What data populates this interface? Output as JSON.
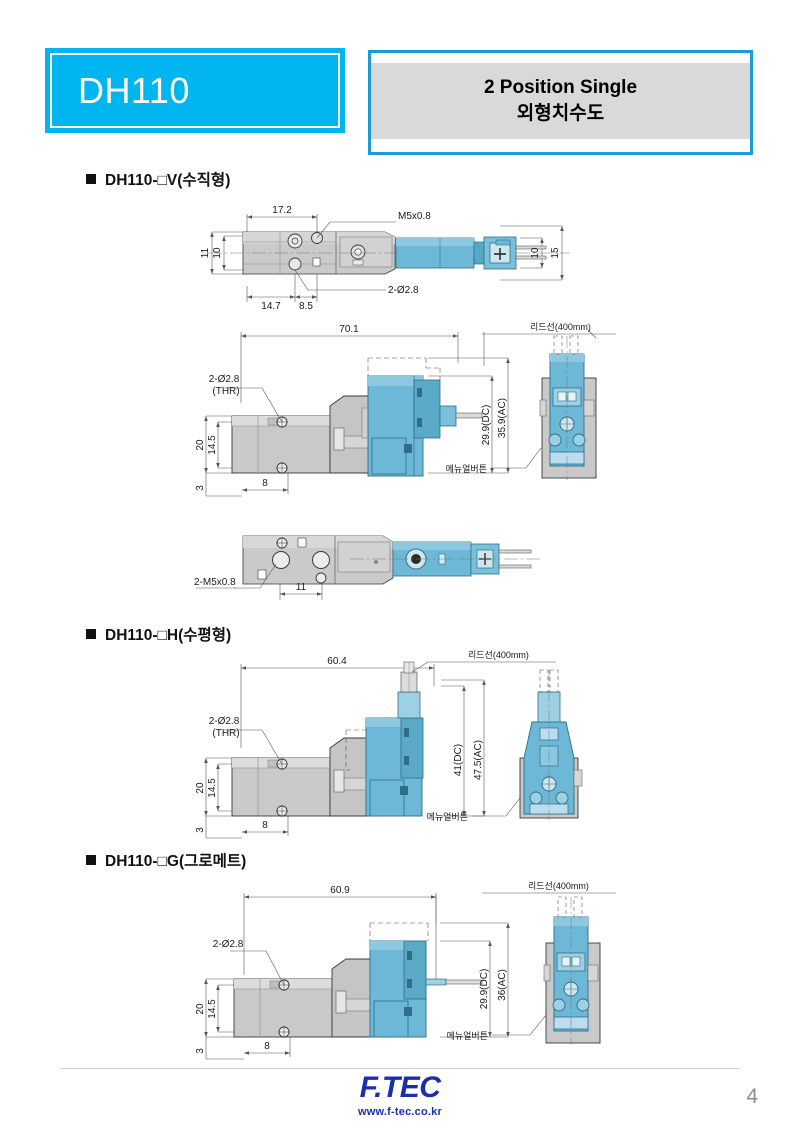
{
  "header": {
    "model": "DH110",
    "title_line1": "2 Position Single",
    "title_line2": "외형치수도",
    "accent_blue": "#00b5f0",
    "title_border": "#1b9bd8",
    "title_fill": "#d9d9d9"
  },
  "sections": [
    {
      "id": "v",
      "label": "DH110-□V(수직형)"
    },
    {
      "id": "h",
      "label": "DH110-□H(수평형)"
    },
    {
      "id": "g",
      "label": "DH110-□G(그로메트)"
    }
  ],
  "colors": {
    "body_gray": "#c9c9c9",
    "body_gray_light": "#dcdcdc",
    "coil_blue": "#6cb8d6",
    "coil_blue_dark": "#55a8c6",
    "coil_blue_light": "#8cc9e0",
    "line": "#3a3a3a",
    "dim_line": "#555555"
  },
  "drawings": {
    "v_top": {
      "name": "DH110-V top view",
      "dims": [
        {
          "text": "17.2",
          "kind": "horizontal"
        },
        {
          "text": "M5x0.8",
          "kind": "leader"
        },
        {
          "text": "11",
          "kind": "vertical"
        },
        {
          "text": "10",
          "kind": "vertical"
        },
        {
          "text": "10",
          "kind": "vertical"
        },
        {
          "text": "15",
          "kind": "vertical"
        },
        {
          "text": "14.7",
          "kind": "horizontal"
        },
        {
          "text": "8.5",
          "kind": "horizontal"
        },
        {
          "text": "2-Ø2.8",
          "kind": "leader"
        }
      ]
    },
    "v_front": {
      "name": "DH110-V front view",
      "dims": [
        {
          "text": "70.1",
          "kind": "horizontal"
        },
        {
          "text": "리드선(400mm)",
          "kind": "leader"
        },
        {
          "text": "2-Ø2.8",
          "kind": "leader"
        },
        {
          "text": "(THR)",
          "kind": "leader"
        },
        {
          "text": "20",
          "kind": "vertical"
        },
        {
          "text": "14.5",
          "kind": "vertical"
        },
        {
          "text": "3",
          "kind": "vertical"
        },
        {
          "text": "8",
          "kind": "horizontal"
        },
        {
          "text": "29.9(DC)",
          "kind": "vertical"
        },
        {
          "text": "35.9(AC)",
          "kind": "vertical"
        },
        {
          "text": "메뉴얼버튼",
          "kind": "leader"
        }
      ]
    },
    "v_bottom": {
      "name": "DH110-V bottom view",
      "dims": [
        {
          "text": "2-M5x0.8",
          "kind": "leader"
        },
        {
          "text": "11",
          "kind": "horizontal"
        }
      ]
    },
    "h_front": {
      "name": "DH110-H front view",
      "dims": [
        {
          "text": "60.4",
          "kind": "horizontal"
        },
        {
          "text": "리드선(400mm)",
          "kind": "leader"
        },
        {
          "text": "2-Ø2.8",
          "kind": "leader"
        },
        {
          "text": "(THR)",
          "kind": "leader"
        },
        {
          "text": "20",
          "kind": "vertical"
        },
        {
          "text": "14.5",
          "kind": "vertical"
        },
        {
          "text": "3",
          "kind": "vertical"
        },
        {
          "text": "8",
          "kind": "horizontal"
        },
        {
          "text": "41(DC)",
          "kind": "vertical"
        },
        {
          "text": "47.5(AC)",
          "kind": "vertical"
        },
        {
          "text": "메뉴얼버튼",
          "kind": "leader"
        }
      ]
    },
    "g_front": {
      "name": "DH110-G front view",
      "dims": [
        {
          "text": "60.9",
          "kind": "horizontal"
        },
        {
          "text": "리드선(400mm)",
          "kind": "leader"
        },
        {
          "text": "2-Ø2.8",
          "kind": "leader"
        },
        {
          "text": "20",
          "kind": "vertical"
        },
        {
          "text": "14.5",
          "kind": "vertical"
        },
        {
          "text": "3",
          "kind": "vertical"
        },
        {
          "text": "8",
          "kind": "horizontal"
        },
        {
          "text": "29.9(DC)",
          "kind": "vertical"
        },
        {
          "text": "36(AC)",
          "kind": "vertical"
        },
        {
          "text": "메뉴얼버튼",
          "kind": "leader"
        }
      ]
    }
  },
  "footer": {
    "logo": "F.TEC",
    "website": "www.f-tec.co.kr",
    "page_number": "4"
  }
}
